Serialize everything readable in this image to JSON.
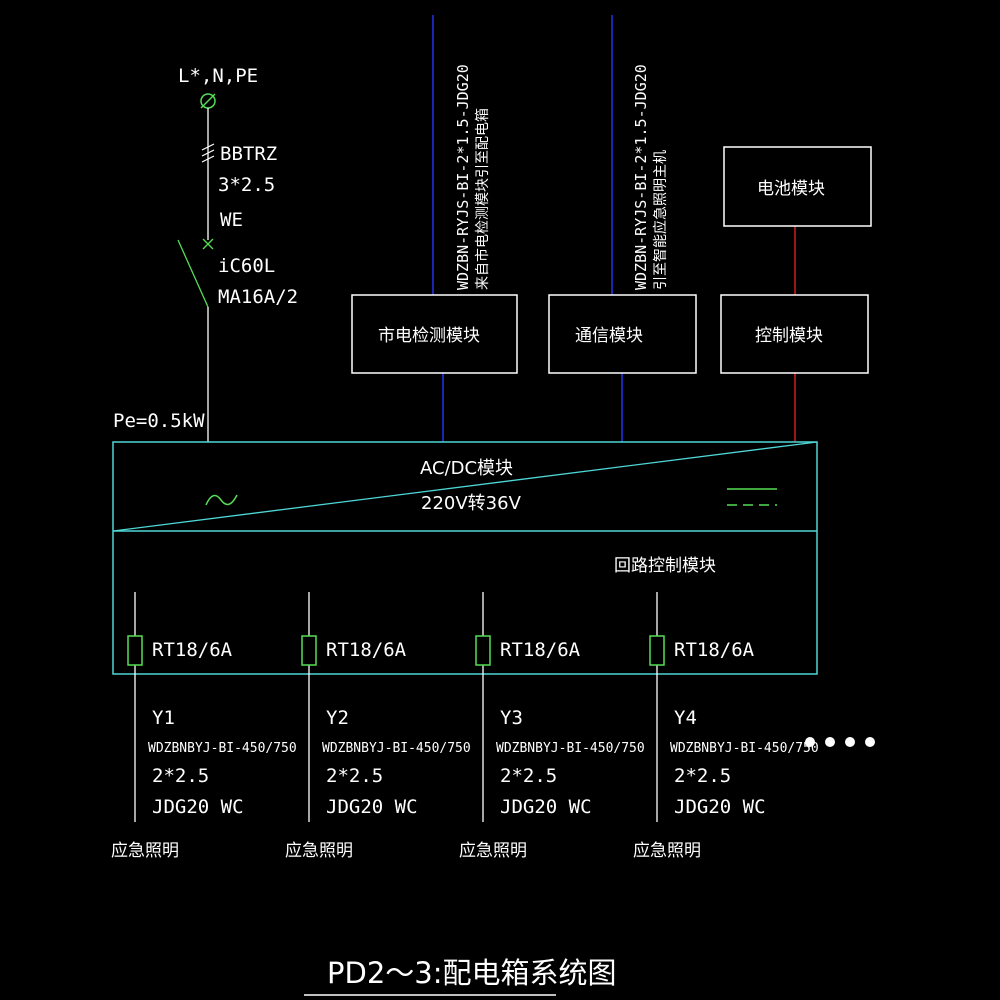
{
  "supply": {
    "phase_label": "L*,N,PE",
    "cable_type": "BBTRZ",
    "cable_size": "3*2.5",
    "cable_route": "WE",
    "breaker_type": "iC60L",
    "breaker_rating": "MA16A/2",
    "power": "Pe=0.5kW"
  },
  "cables": {
    "cable1_line1": "WDZBN-RYJS-BI-2*1.5-JDG20",
    "cable1_line2": "来自市电检测模块引至配电箱",
    "cable2_line1": "WDZBN-RYJS-BI-2*1.5-JDG20",
    "cable2_line2": "引至智能应急照明主机"
  },
  "modules": {
    "mains_detection": "市电检测模块",
    "communication": "通信模块",
    "control": "控制模块",
    "battery": "电池模块",
    "acdc_title": "AC/DC模块",
    "acdc_spec": "220V转36V",
    "loop_control": "回路控制模块"
  },
  "circuits": [
    {
      "fuse": "RT18/6A",
      "id": "Y1",
      "cable": "WDZBNBYJ-BI-450/750",
      "size": "2*2.5",
      "route": "JDG20 WC",
      "load": "应急照明"
    },
    {
      "fuse": "RT18/6A",
      "id": "Y2",
      "cable": "WDZBNBYJ-BI-450/750",
      "size": "2*2.5",
      "route": "JDG20 WC",
      "load": "应急照明"
    },
    {
      "fuse": "RT18/6A",
      "id": "Y3",
      "cable": "WDZBNBYJ-BI-450/750",
      "size": "2*2.5",
      "route": "JDG20 WC",
      "load": "应急照明"
    },
    {
      "fuse": "RT18/6A",
      "id": "Y4",
      "cable": "WDZBNBYJ-BI-450/750",
      "size": "2*2.5",
      "route": "JDG20 WC",
      "load": "应急照明"
    }
  ],
  "title": "PD2～3:配电箱系统图",
  "colors": {
    "background": "#000000",
    "line_white": "#ffffff",
    "module_box": "#4fd6d6",
    "signal_blue": "#2233ee",
    "battery_red": "#ee2222",
    "symbol_green": "#55dd55"
  }
}
